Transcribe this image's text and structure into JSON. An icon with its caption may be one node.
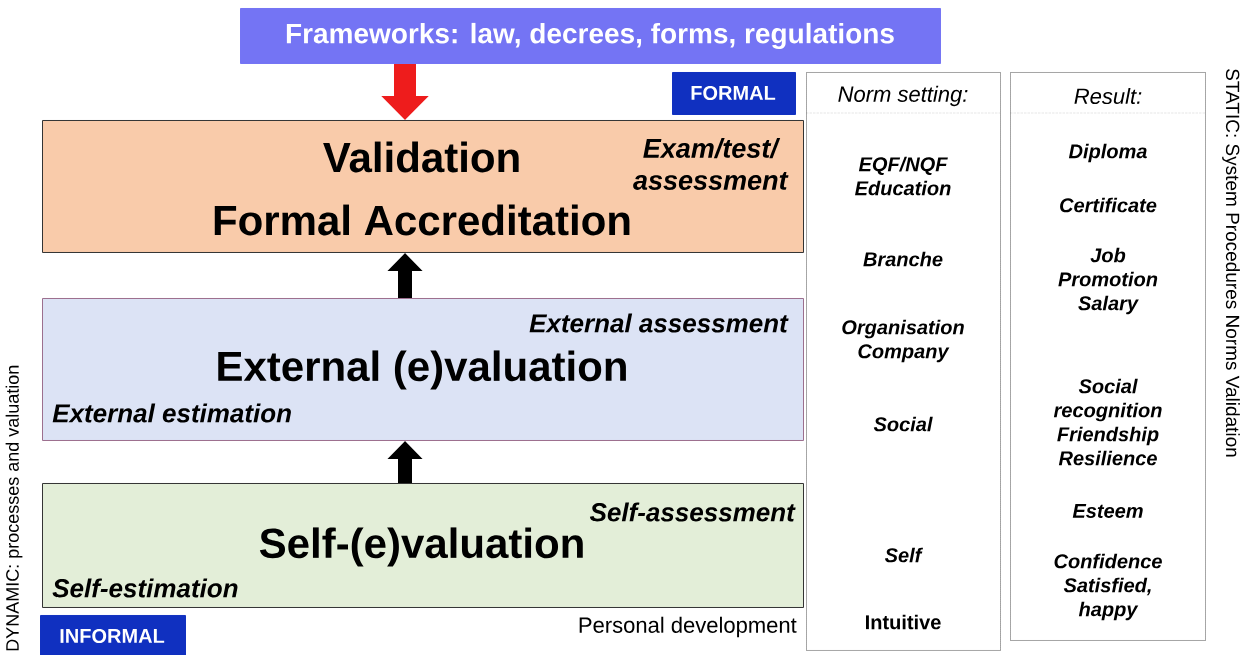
{
  "diagram": {
    "nodes": [
      {
        "text": [
          "Frameworks: law, decrees, forms, regulations"
        ]
      },
      {
        "text": [
          "Validation",
          "Formal Accreditation",
          "Exam/test/ assessment"
        ]
      },
      {
        "text": [
          "External assessment",
          "External (e)valuation",
          "External estimation"
        ]
      },
      {
        "text": [
          "Self-assessment",
          "Self-(e)valuation",
          "Self-estimation"
        ]
      },
      {
        "text": [
          "FORMAL"
        ]
      },
      {
        "text": [
          "INFORMAL"
        ]
      },
      {
        "text": [
          "Norm setting:",
          "EQF/NQF Education",
          "Branche",
          "Organisation Company",
          "Social",
          "Self",
          "Intuitive"
        ]
      },
      {
        "text": [
          "Result:",
          "Diploma",
          "Certificate",
          "Job Promotion Salary",
          "Social recognition Friendship Resilience",
          "Esteem",
          "Confidence Satisfied, happy"
        ]
      }
    ],
    "edges": [
      {
        "from": 0,
        "to": 1,
        "arrow": "to",
        "color": "#ee1c1c"
      },
      {
        "from": 2,
        "to": 1,
        "arrow": "to"
      },
      {
        "from": 3,
        "to": 2,
        "arrow": "to"
      }
    ],
    "labels": [
      "Personal development",
      "DYNAMIC: processes and valuation",
      "STATIC: System Procedures Norms Validation"
    ]
  }
}
